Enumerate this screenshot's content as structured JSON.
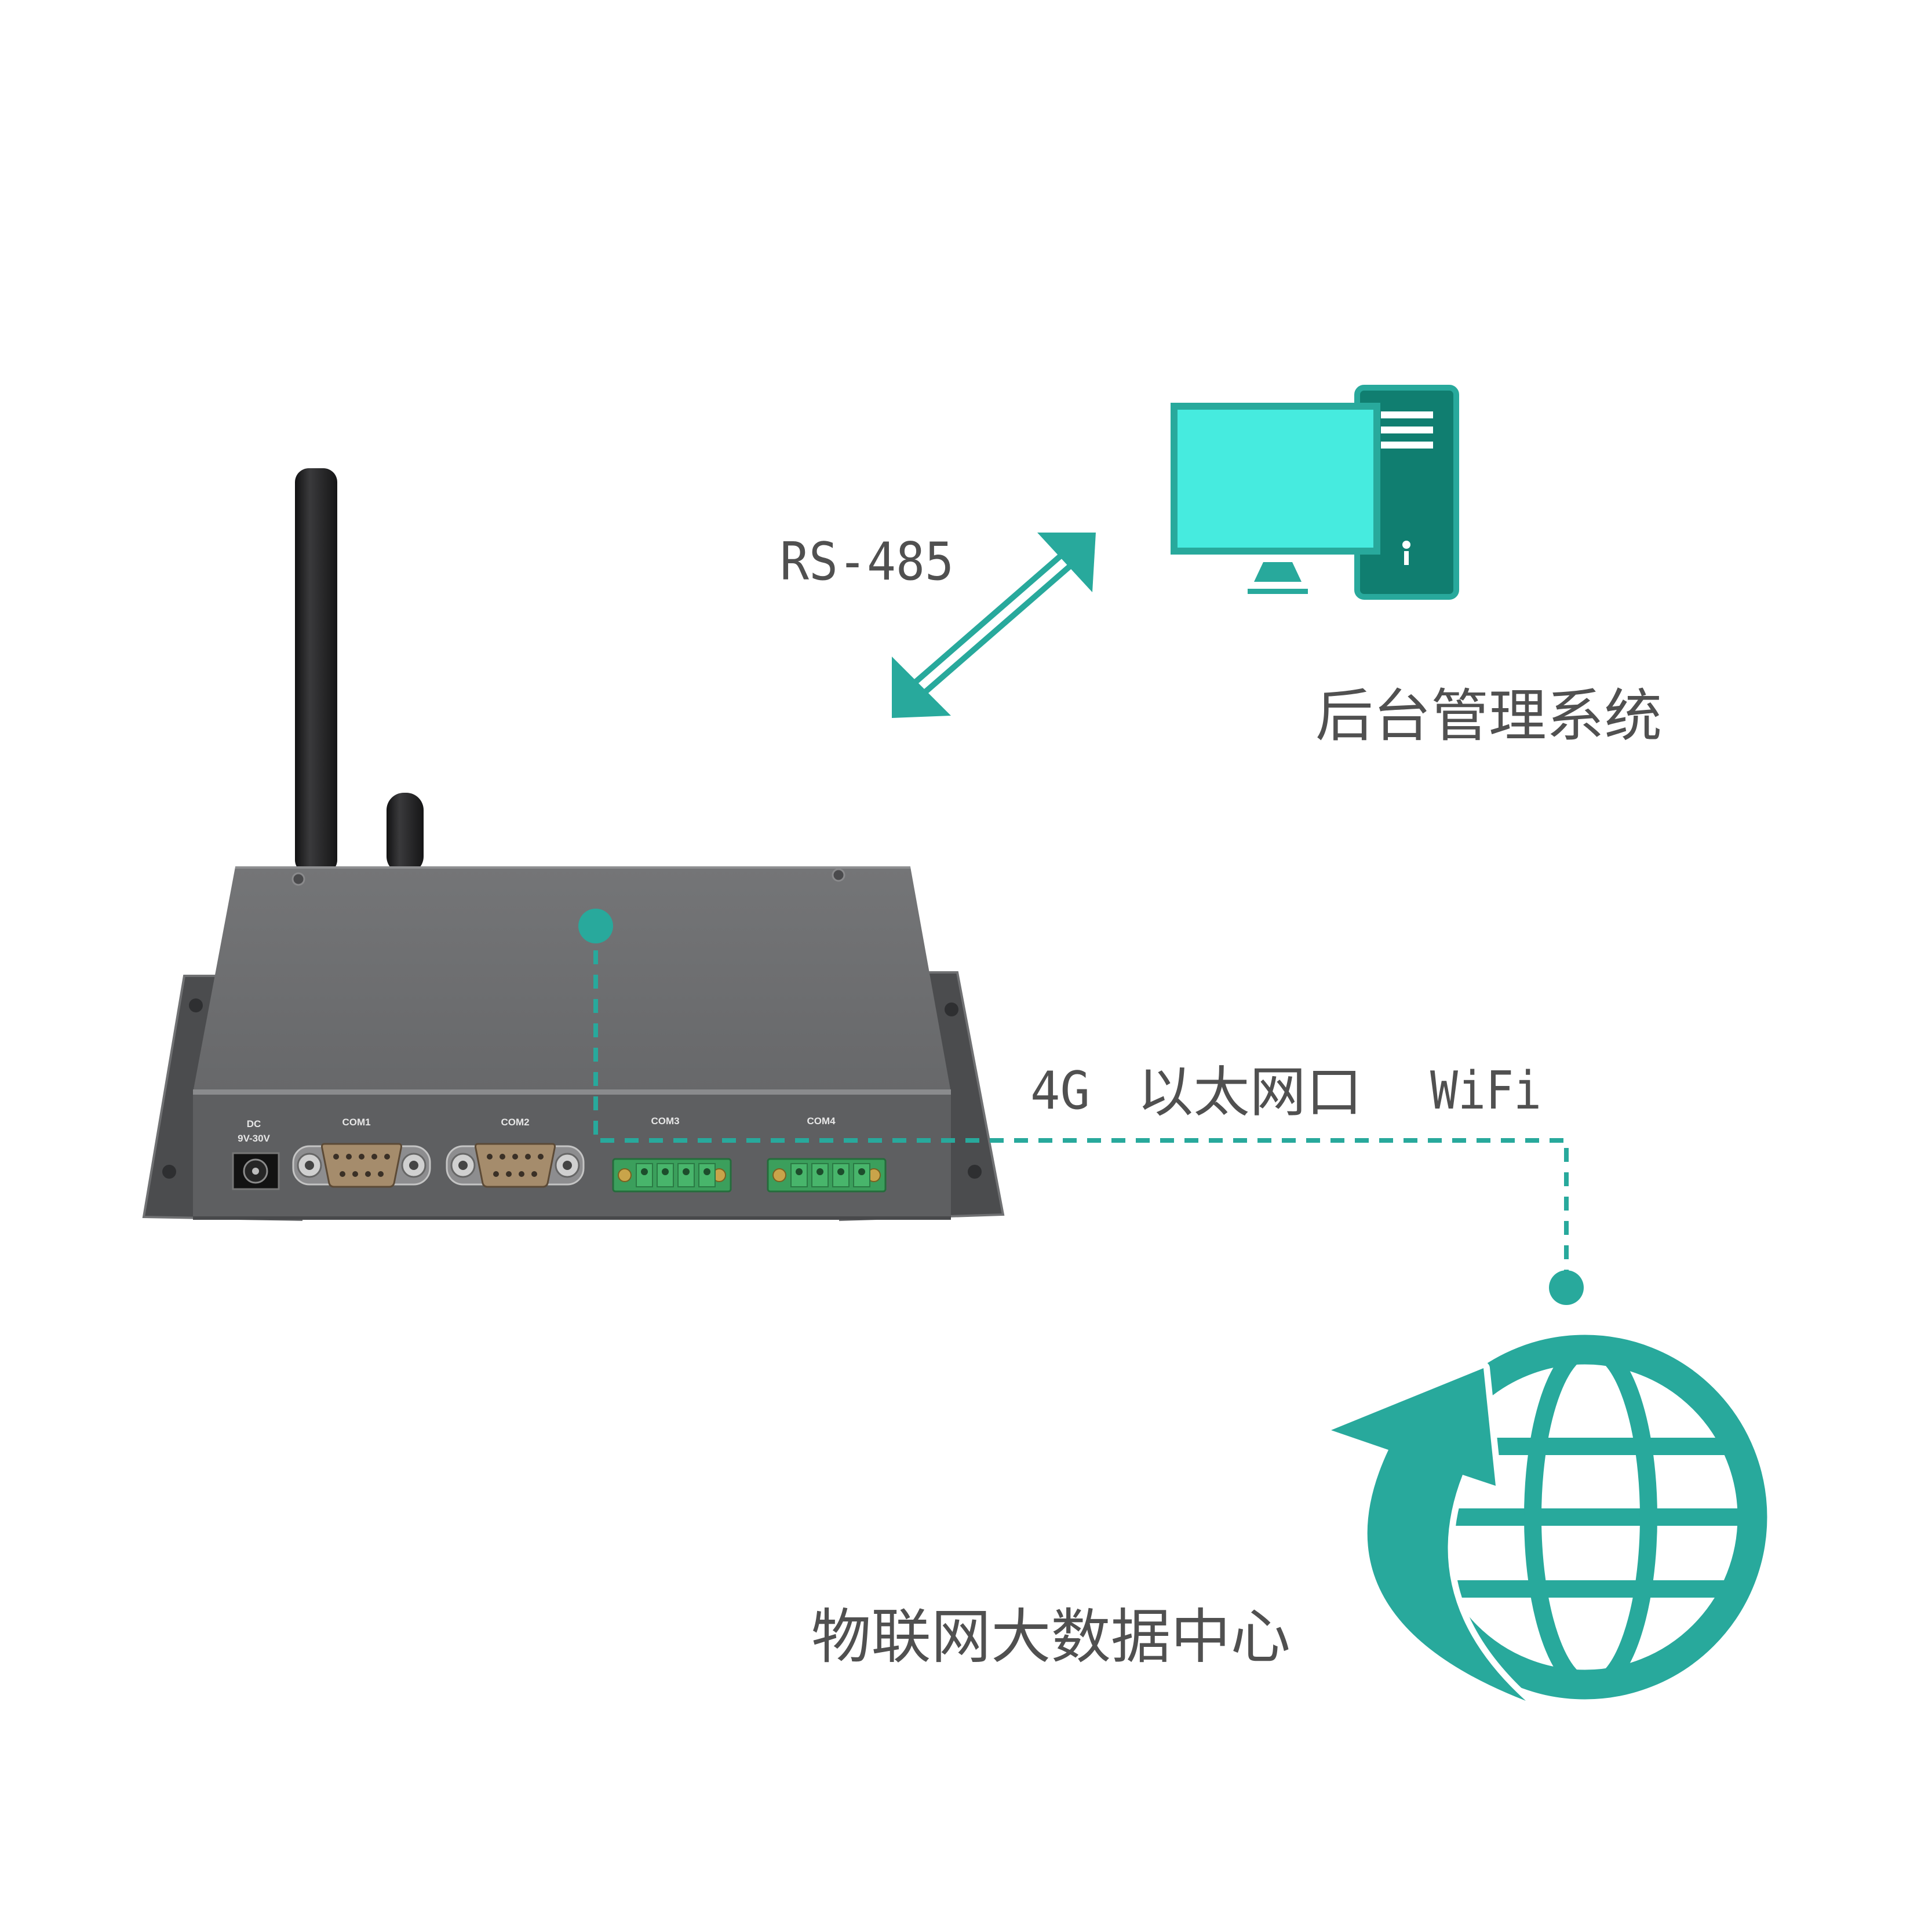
{
  "labels": {
    "rs485": "RS-485",
    "backend": "后台管理系统",
    "datacenter": "物联网大数据中心",
    "connections": [
      "4G",
      "以太网口",
      "WiFi"
    ]
  },
  "device": {
    "ports": [
      {
        "label": "DC",
        "sublabel": "9V-30V"
      },
      {
        "label": "COM1"
      },
      {
        "label": "COM2"
      },
      {
        "label": "COM3"
      },
      {
        "label": "COM4"
      }
    ]
  },
  "icons": {
    "antenna": "antenna-icon",
    "device": "gateway-device-icon",
    "computer": "computer-icon",
    "arrow": "double-arrow-icon",
    "globe": "globe-icon"
  },
  "colors": {
    "accent": "#28a99c",
    "monitor": "#46ebdf",
    "tower": "#107e70",
    "text": "#505050",
    "device_top": "#6f7072",
    "device_front": "#5e5f61",
    "flange": "#4b4c4e",
    "terminal": "#3b9f5c"
  }
}
